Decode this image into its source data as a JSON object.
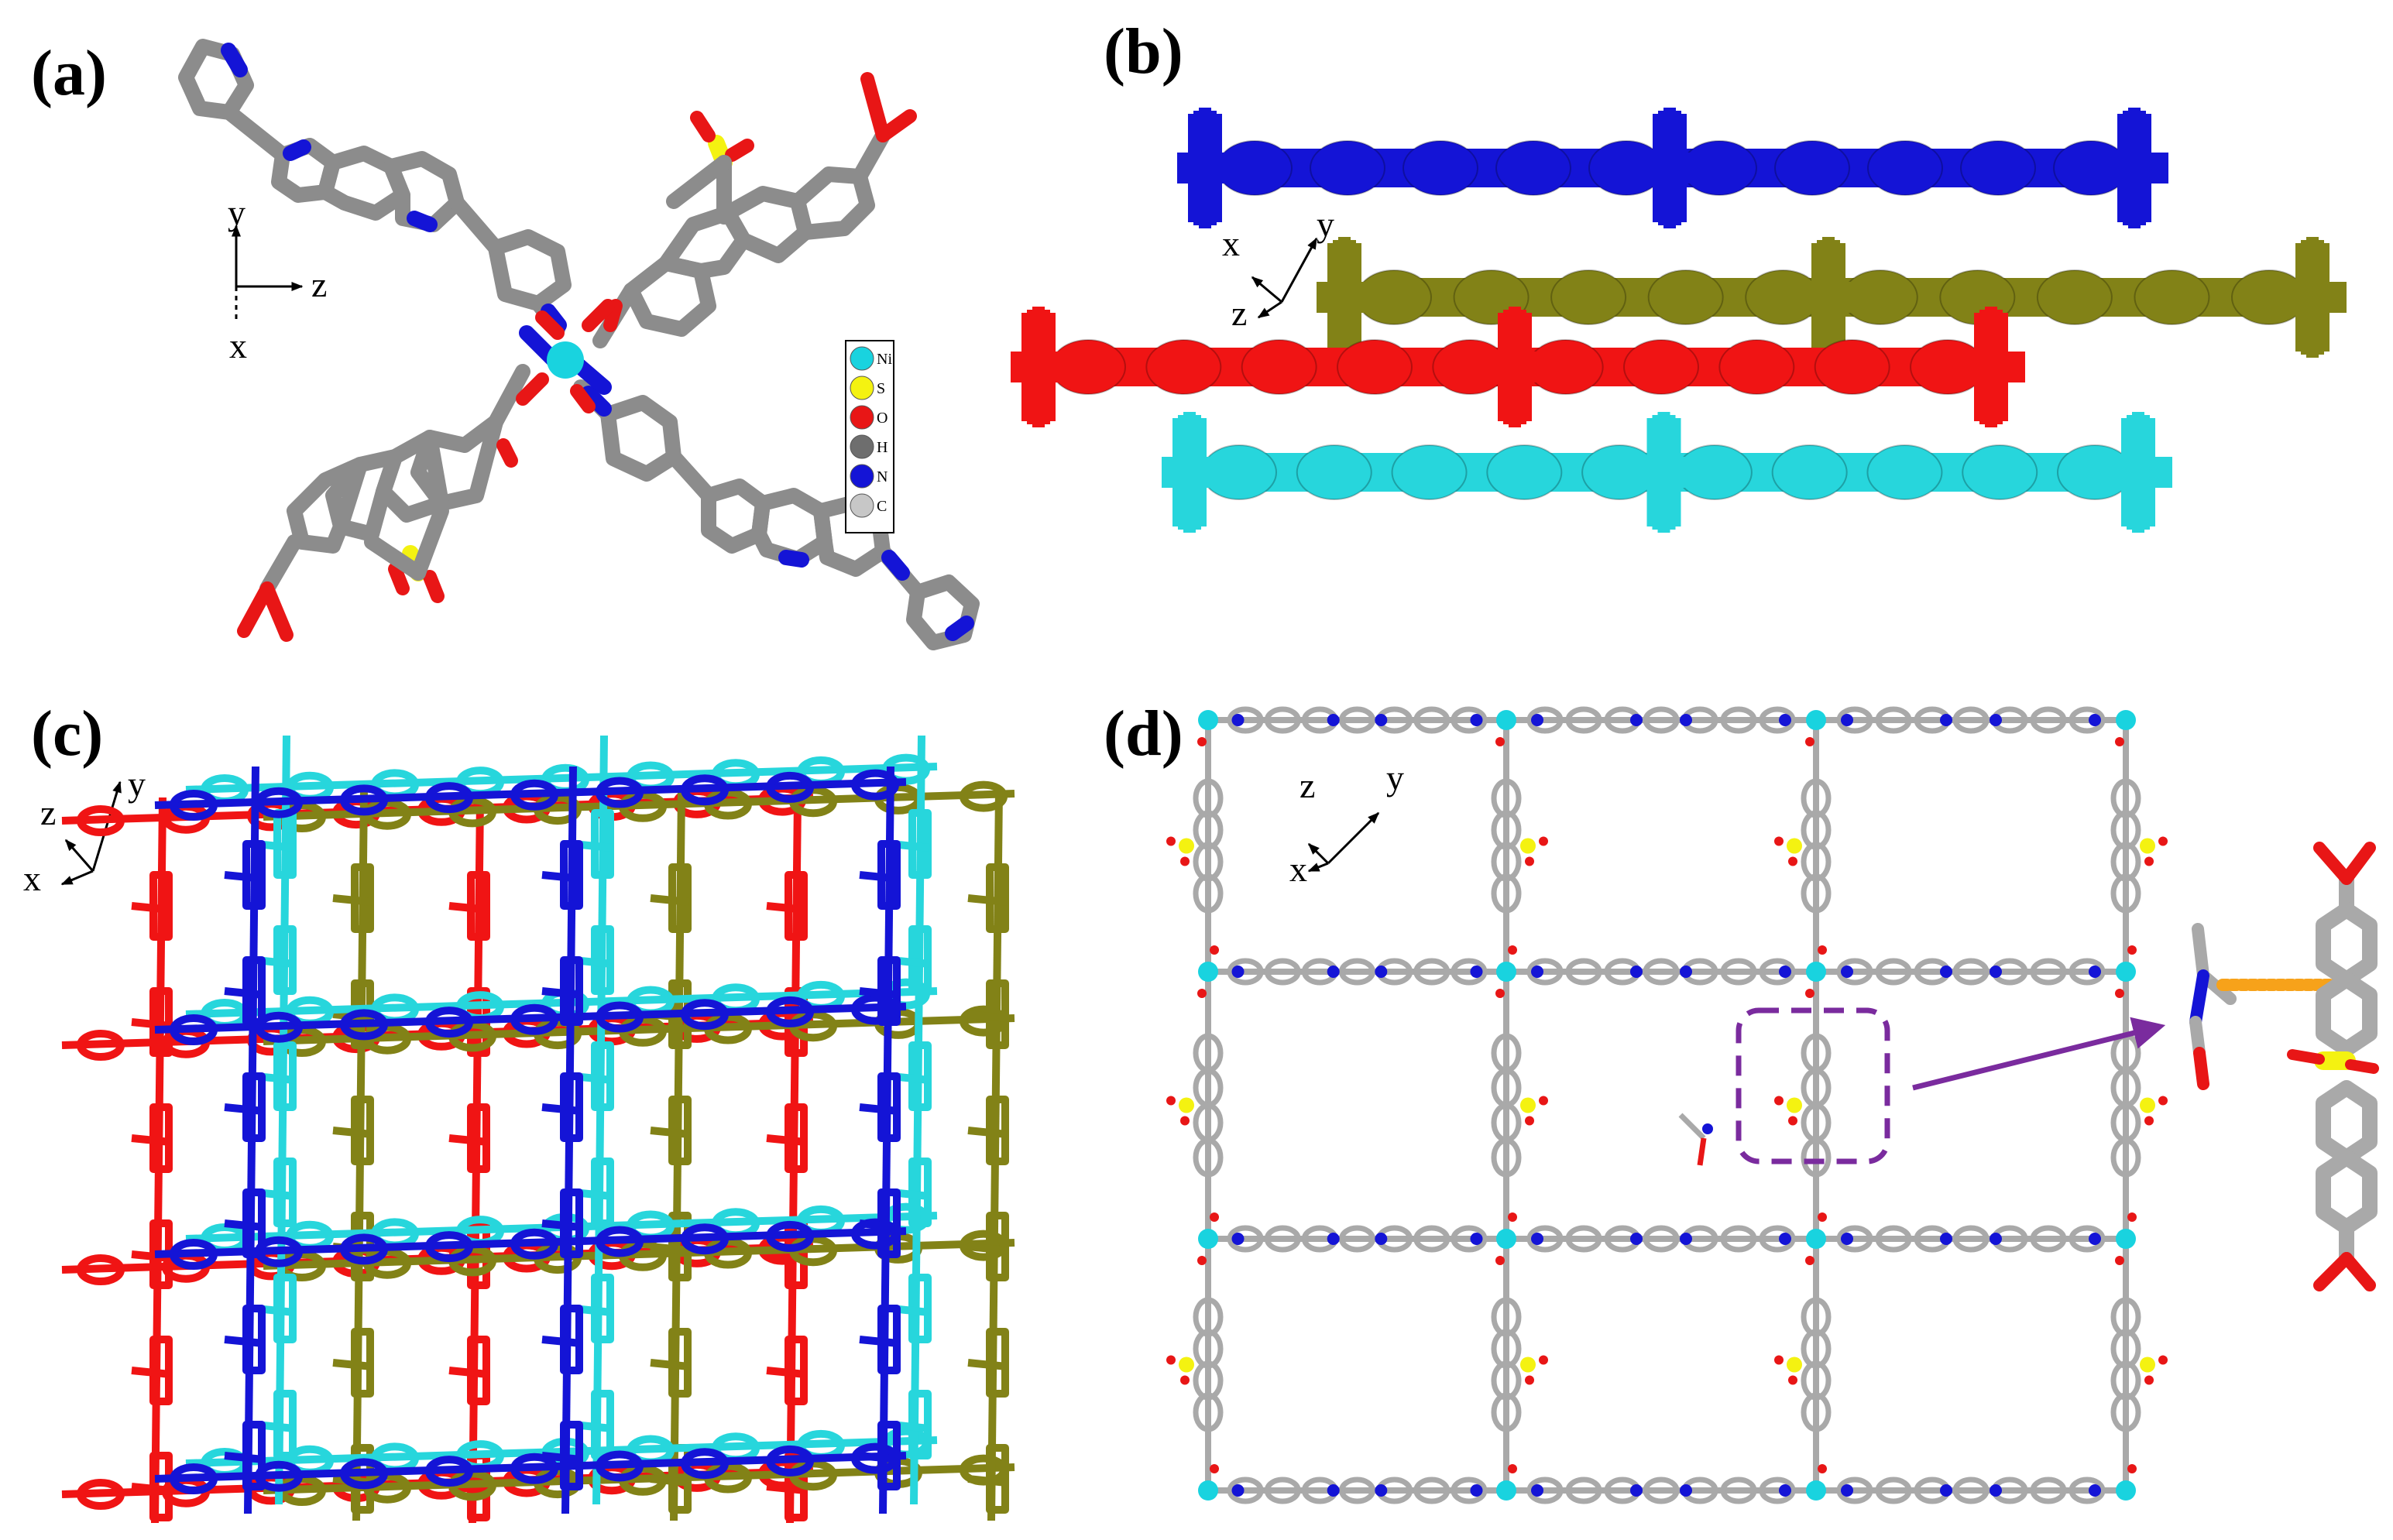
{
  "panels": {
    "a": {
      "label": "(a)",
      "axes": {
        "y": "y",
        "z": "z",
        "x": "x"
      },
      "legend": [
        {
          "symbol": "Ni",
          "color": "#19d3df"
        },
        {
          "symbol": "S",
          "color": "#f4f211"
        },
        {
          "symbol": "O",
          "color": "#e81616"
        },
        {
          "symbol": "H",
          "color": "#6e6e6e"
        },
        {
          "symbol": "N",
          "color": "#1414d6"
        },
        {
          "symbol": "C",
          "color": "#c7c7c7"
        }
      ]
    },
    "b": {
      "label": "(b)",
      "axes": {
        "x": "x",
        "y": "y",
        "z": "z"
      },
      "layer_colors": [
        "#1414d6",
        "#828217",
        "#f01414",
        "#27d6dc"
      ]
    },
    "c": {
      "label": "(c)",
      "axes": {
        "z": "z",
        "y": "y",
        "x": "x"
      }
    },
    "d": {
      "label": "(d)",
      "axes": {
        "z": "z",
        "y": "y",
        "x": "x"
      }
    }
  },
  "colors": {
    "carbon": "#a9a9a9",
    "carbon_dark": "#7d7d7d",
    "nitrogen": "#1414d6",
    "oxygen": "#e81616",
    "sulfur": "#f4f211",
    "nickel": "#19d3df",
    "hbond": "#f7a21a",
    "arrow": "#7a2b9e",
    "dashed_box": "#7a2b9e"
  }
}
